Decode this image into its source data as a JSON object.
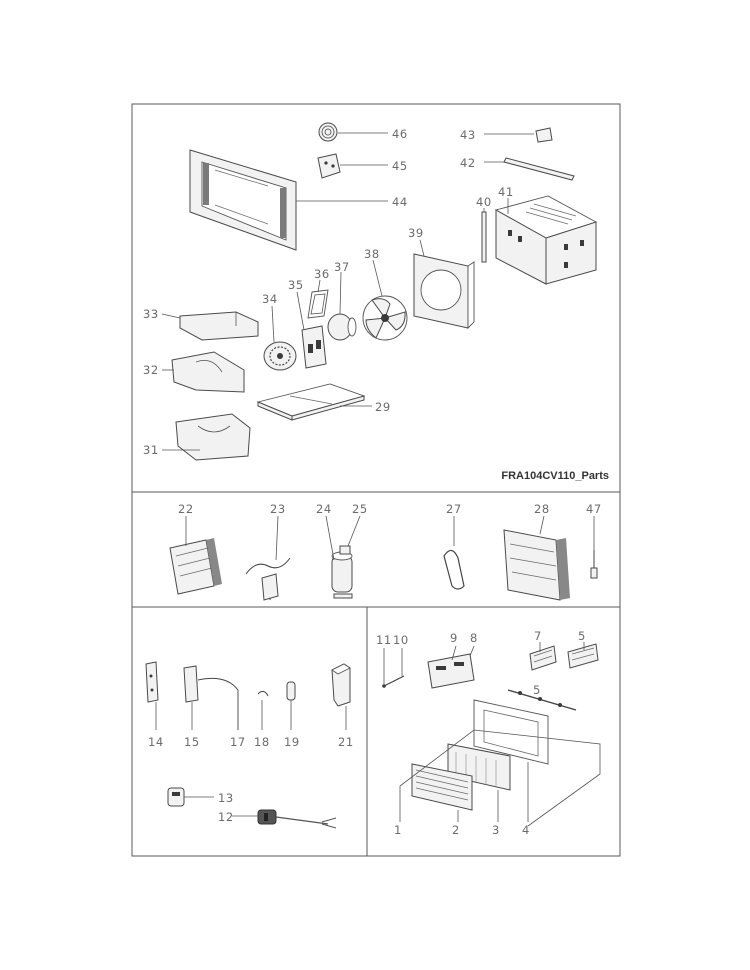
{
  "title": "FRA104CV110_Parts",
  "callouts": {
    "p1": "1",
    "p2": "2",
    "p3": "3",
    "p4": "4",
    "p5a": "5",
    "p5b": "5",
    "p7": "7",
    "p8": "8",
    "p9": "9",
    "p10": "10",
    "p11": "11",
    "p12": "12",
    "p13": "13",
    "p14": "14",
    "p15": "15",
    "p17": "17",
    "p18": "18",
    "p19": "19",
    "p21": "21",
    "p22": "22",
    "p23": "23",
    "p24": "24",
    "p25": "25",
    "p27": "27",
    "p28": "28",
    "p29": "29",
    "p31": "31",
    "p32": "32",
    "p33": "33",
    "p34": "34",
    "p35": "35",
    "p36": "36",
    "p37": "37",
    "p38": "38",
    "p39": "39",
    "p40": "40",
    "p41": "41",
    "p42": "42",
    "p43": "43",
    "p44": "44",
    "p45": "45",
    "p46": "46",
    "p47": "47"
  },
  "colors": {
    "line": "#4a4a4a",
    "text": "#6b6b6b",
    "part_fill": "#f2f2f2"
  }
}
